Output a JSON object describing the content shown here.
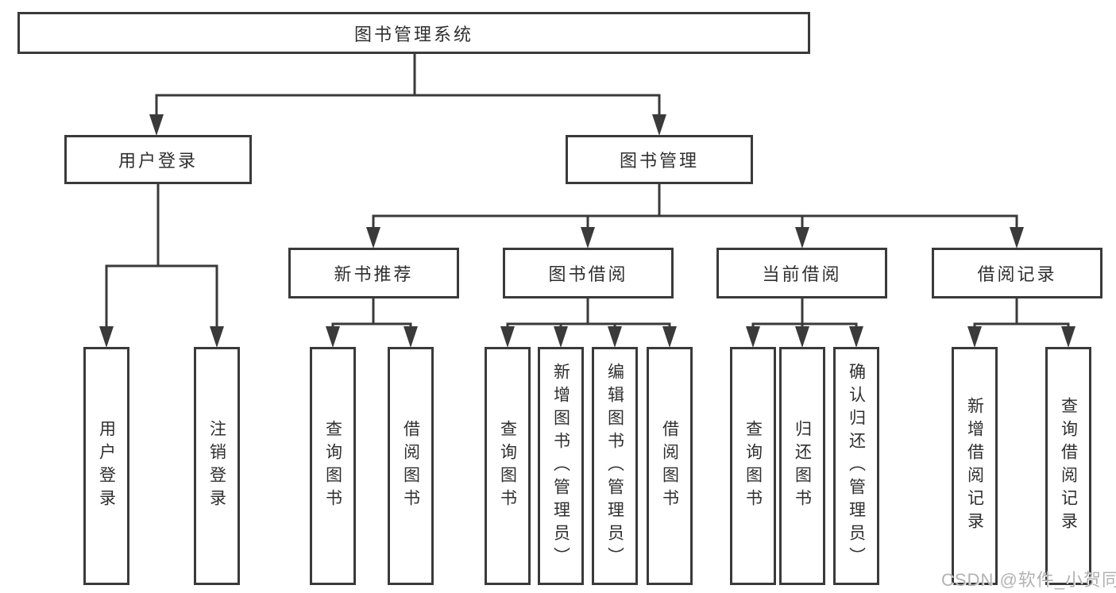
{
  "tree": {
    "root": {
      "label": "图书管理系统"
    },
    "children": [
      {
        "label": "用户登录",
        "children": [
          {
            "label": "用户登录"
          },
          {
            "label": "注销登录"
          }
        ]
      },
      {
        "label": "图书管理",
        "children": [
          {
            "label": "新书推荐",
            "children": [
              {
                "label": "查询图书"
              },
              {
                "label": "借阅图书"
              }
            ]
          },
          {
            "label": "图书借阅",
            "children": [
              {
                "label": "查询图书"
              },
              {
                "label": "新增图书（管理员）"
              },
              {
                "label": "编辑图书（管理员）"
              },
              {
                "label": "借阅图书"
              }
            ]
          },
          {
            "label": "当前借阅",
            "children": [
              {
                "label": "查询图书"
              },
              {
                "label": "归还图书"
              },
              {
                "label": "确认归还（管理员）"
              }
            ]
          },
          {
            "label": "借阅记录",
            "children": [
              {
                "label": "新增借阅记录"
              },
              {
                "label": "查询借阅记录"
              }
            ]
          }
        ]
      }
    ]
  },
  "watermark": {
    "text": "CSDN @软件_小贺同学"
  },
  "colors": {
    "line": "#3a3a3a",
    "text": "#2f2f2f",
    "watermark": "#b2b2b2",
    "background": "#ffffff"
  }
}
